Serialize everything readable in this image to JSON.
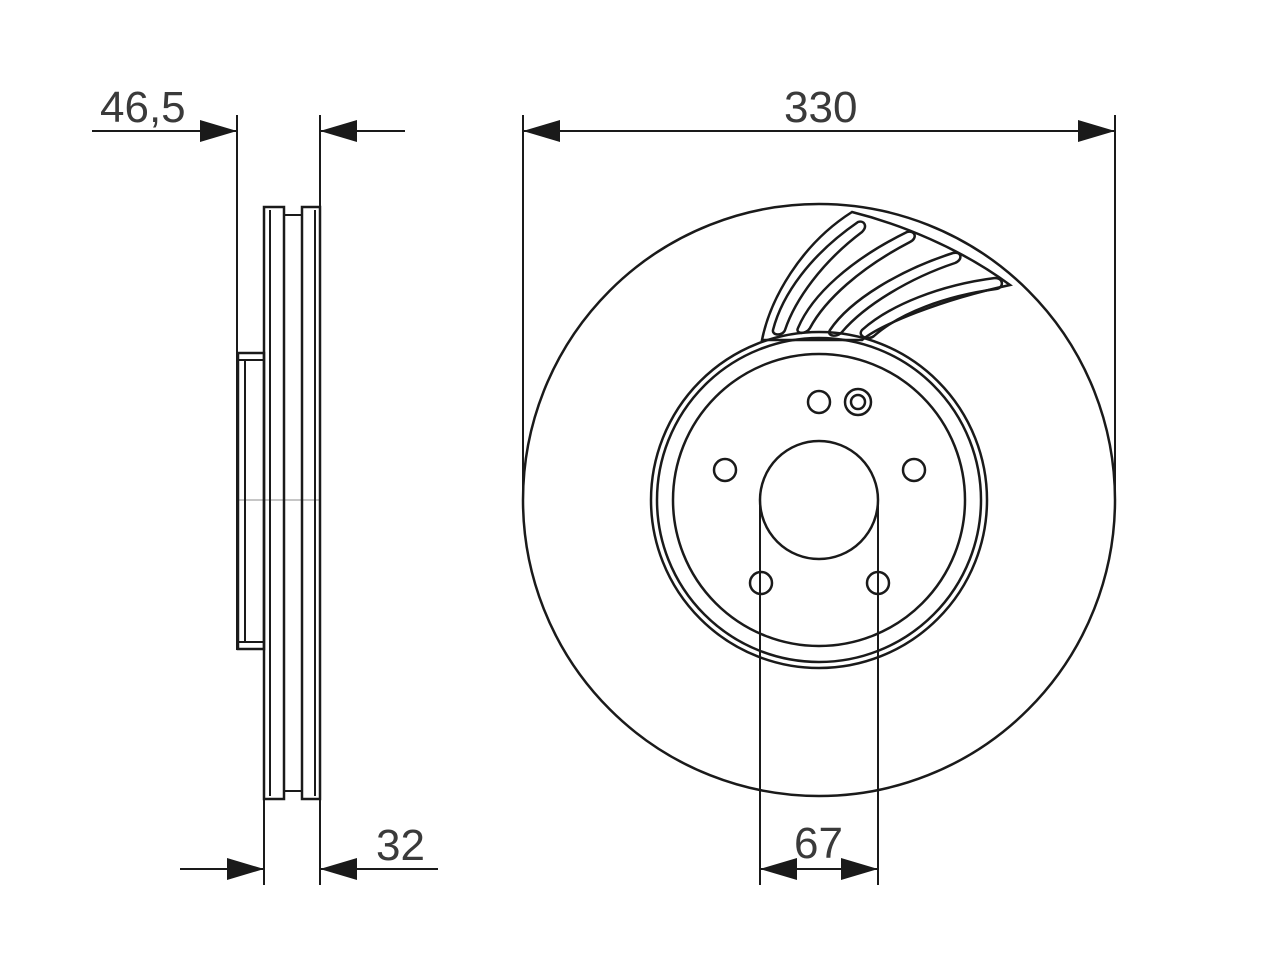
{
  "dimensions": {
    "total_height": "46,5",
    "disc_thickness": "32",
    "diameter": "330",
    "center_bore": "67"
  },
  "colors": {
    "line": "#1a1a1a",
    "text": "#3a3a3a",
    "background": "#ffffff"
  }
}
